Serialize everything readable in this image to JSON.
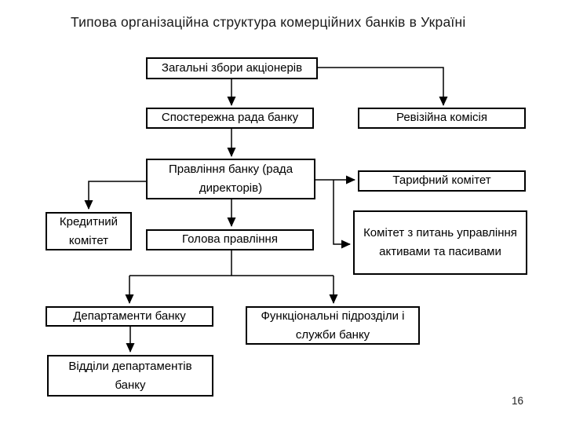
{
  "page": {
    "title": "Типова організаційна структура комерційних банків в Україні",
    "page_number": "16",
    "background_color": "#ffffff",
    "box_fill_color": "#ffffff",
    "box_border_color": "#000000",
    "text_color": "#000000"
  },
  "diagram": {
    "type": "org-chart",
    "nodes": [
      {
        "id": "general-meeting",
        "label": "Загальні збори акціонерів"
      },
      {
        "id": "supervisory-board",
        "label": "Спостережна рада банку"
      },
      {
        "id": "audit-commission",
        "label": "Ревізійна комісія"
      },
      {
        "id": "management-board",
        "label": "Правління банку (рада директорів)"
      },
      {
        "id": "tariff-committee",
        "label": "Тарифний комітет"
      },
      {
        "id": "credit-committee",
        "label": "Кредитний комітет"
      },
      {
        "id": "board-chairman",
        "label": "Голова правління"
      },
      {
        "id": "alm-committee",
        "label": "Комітет з питань управління активами та пасивами"
      },
      {
        "id": "bank-departments",
        "label": "Департаменти банку"
      },
      {
        "id": "functional-units",
        "label": "Функціональні підрозділи і служби банку"
      },
      {
        "id": "department-divisions",
        "label": "Відділи департаментів банку"
      }
    ],
    "edges": [
      {
        "from": "general-meeting",
        "to": "supervisory-board"
      },
      {
        "from": "general-meeting",
        "to": "audit-commission"
      },
      {
        "from": "supervisory-board",
        "to": "management-board"
      },
      {
        "from": "management-board",
        "to": "credit-committee"
      },
      {
        "from": "management-board",
        "to": "tariff-committee"
      },
      {
        "from": "management-board",
        "to": "alm-committee"
      },
      {
        "from": "management-board",
        "to": "board-chairman"
      },
      {
        "from": "board-chairman",
        "to": "bank-departments"
      },
      {
        "from": "board-chairman",
        "to": "functional-units"
      },
      {
        "from": "bank-departments",
        "to": "department-divisions"
      }
    ]
  }
}
